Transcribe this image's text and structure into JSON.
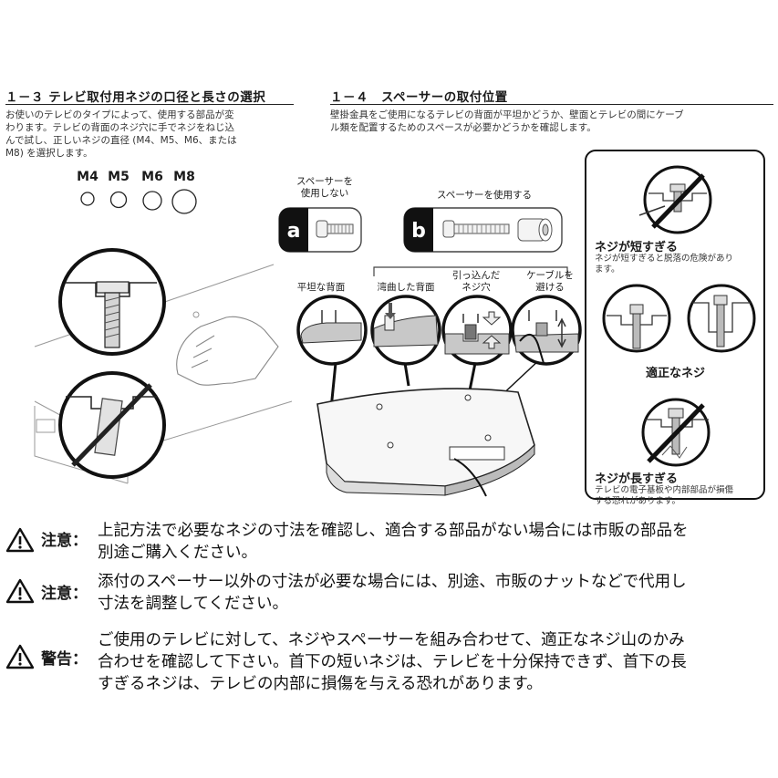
{
  "section13": {
    "title": "１－３ テレビ取付用ネジの口径と長さの選択",
    "desc_lines": [
      "お使いのテレビのタイプによって、使用する部品が変",
      "わります。テレビの背面のネジ穴に手でネジをねじ込",
      "んで試し、正しいネジの直径 (M4、M5、M6、または",
      "M8) を選択します。"
    ],
    "sizes": [
      "M4",
      "M5",
      "M6",
      "M8"
    ]
  },
  "section14": {
    "title": "１－４　スペーサーの取付位置",
    "desc_lines": [
      "壁掛金具をご使用になるテレビの背面が平坦かどうか、壁面とテレビの間にケーブ",
      "ル類を配置するためのスペースが必要かどうかを確認します。"
    ],
    "no_spacer_lines": [
      "スペーサーを",
      "使用しない"
    ],
    "use_spacer": "スペーサーを使用する",
    "badge_a": "a",
    "badge_b": "b",
    "flat_back": "平坦な背面",
    "curved_back": "湾曲した背面",
    "recessed_lines": [
      "引っ込んだ",
      "ネジ穴"
    ],
    "cable_lines": [
      "ケーブルを",
      "避ける"
    ]
  },
  "screw_panel": {
    "too_short": "ネジが短すぎる",
    "too_short_note_lines": [
      "ネジが短すぎると脱落の危険があり",
      "ます。"
    ],
    "proper": "適正なネジ",
    "too_long": "ネジが長すぎる",
    "too_long_note_lines": [
      "テレビの電子基板や内部部品が損傷",
      "する恐れがあります。"
    ]
  },
  "warnings": [
    {
      "label": "注意：",
      "lines": [
        "上記方法で必要なネジの寸法を確認し、適合する部品がない場合には市販の部品を",
        "別途ご購入ください。"
      ]
    },
    {
      "label": "注意：",
      "lines": [
        "添付のスペーサー以外の寸法が必要な場合には、別途、市販のナットなどで代用し",
        "寸法を調整してください。"
      ]
    },
    {
      "label": "警告：",
      "lines": [
        "ご使用のテレビに対して、ネジやスペーサーを組み合わせて、適正なネジ山のかみ",
        "合わせを確認して下さい。首下の短いネジは、テレビを十分保持できず、首下の長",
        "すぎるネジは、テレビの内部に損傷を与える恐れがあります。"
      ]
    }
  ]
}
